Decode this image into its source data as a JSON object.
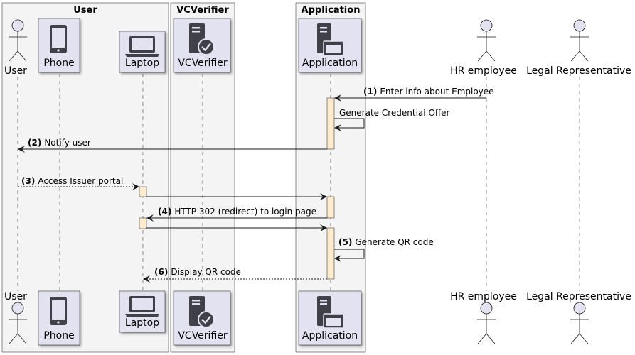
{
  "boxes": {
    "user": "User",
    "vcverifier": "VCVerifier",
    "application": "Application"
  },
  "participants": {
    "user": "User",
    "phone": "Phone",
    "laptop": "Laptop",
    "vcverifier": "VCVerifier",
    "application": "Application",
    "hr": "HR employee",
    "legal": "Legal Representative"
  },
  "icons": {
    "user": "actor-figure-icon",
    "phone": "smartphone-icon",
    "laptop": "laptop-icon",
    "vcverifier": "server-check-icon",
    "application": "server-window-icon",
    "hr": "actor-figure-icon",
    "legal": "actor-figure-icon"
  },
  "messages": [
    {
      "num": "(1)",
      "text": "Enter info about Employee",
      "from": "hr",
      "to": "application",
      "style": "solid"
    },
    {
      "num": "",
      "text": "Generate Credential Offer",
      "from": "application",
      "to": "application",
      "style": "self"
    },
    {
      "num": "(2)",
      "text": "Notify user",
      "from": "application",
      "to": "user",
      "style": "solid"
    },
    {
      "num": "(3)",
      "text": "Access Issuer portal",
      "from": "user",
      "to": "laptop",
      "style": "dashed"
    },
    {
      "num": "",
      "text": "",
      "from": "laptop",
      "to": "application",
      "style": "solid"
    },
    {
      "num": "(4)",
      "text": "HTTP 302 (redirect) to login page",
      "from": "application",
      "to": "laptop",
      "style": "solid"
    },
    {
      "num": "",
      "text": "",
      "from": "laptop",
      "to": "application",
      "style": "solid"
    },
    {
      "num": "(5)",
      "text": "Generate QR code",
      "from": "application",
      "to": "application",
      "style": "self"
    },
    {
      "num": "(6)",
      "text": "Display QR code",
      "from": "application",
      "to": "laptop",
      "style": "dashed"
    }
  ],
  "colors": {
    "participant_fill": "#E2E2F0",
    "participant_stroke": "#181818",
    "box_fill": "#F4F4F4",
    "activation_fill": "#FFEBCD",
    "icon_color": "#404048"
  }
}
